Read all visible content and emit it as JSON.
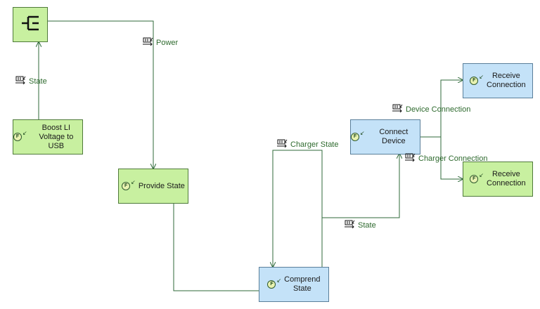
{
  "nodes": {
    "power_source": {
      "icon": "power-connector-icon"
    },
    "boost": {
      "label": "Boost LI\nVoltage to USB",
      "badge": "F"
    },
    "provide_state": {
      "label": "Provide State",
      "badge": "F"
    },
    "comprend_state": {
      "label": "Comprend\nState",
      "badge": "F"
    },
    "connect_device": {
      "label": "Connect Device",
      "badge": "F"
    },
    "receive_top": {
      "label": "Receive\nConnection",
      "badge": "F"
    },
    "receive_bottom": {
      "label": "Receive\nConnection",
      "badge": "F"
    }
  },
  "flows": {
    "power": "Power",
    "state_left": "State",
    "charger_state": "Charger State",
    "state_mid": "State",
    "device_connection": "Device Connection",
    "charger_connection": "Charger Connection"
  },
  "colors": {
    "function_green": "#c8f0a0",
    "function_blue": "#c4e2f8",
    "flow_line": "#2f6a3a",
    "flow_text": "#2e6a2e"
  }
}
